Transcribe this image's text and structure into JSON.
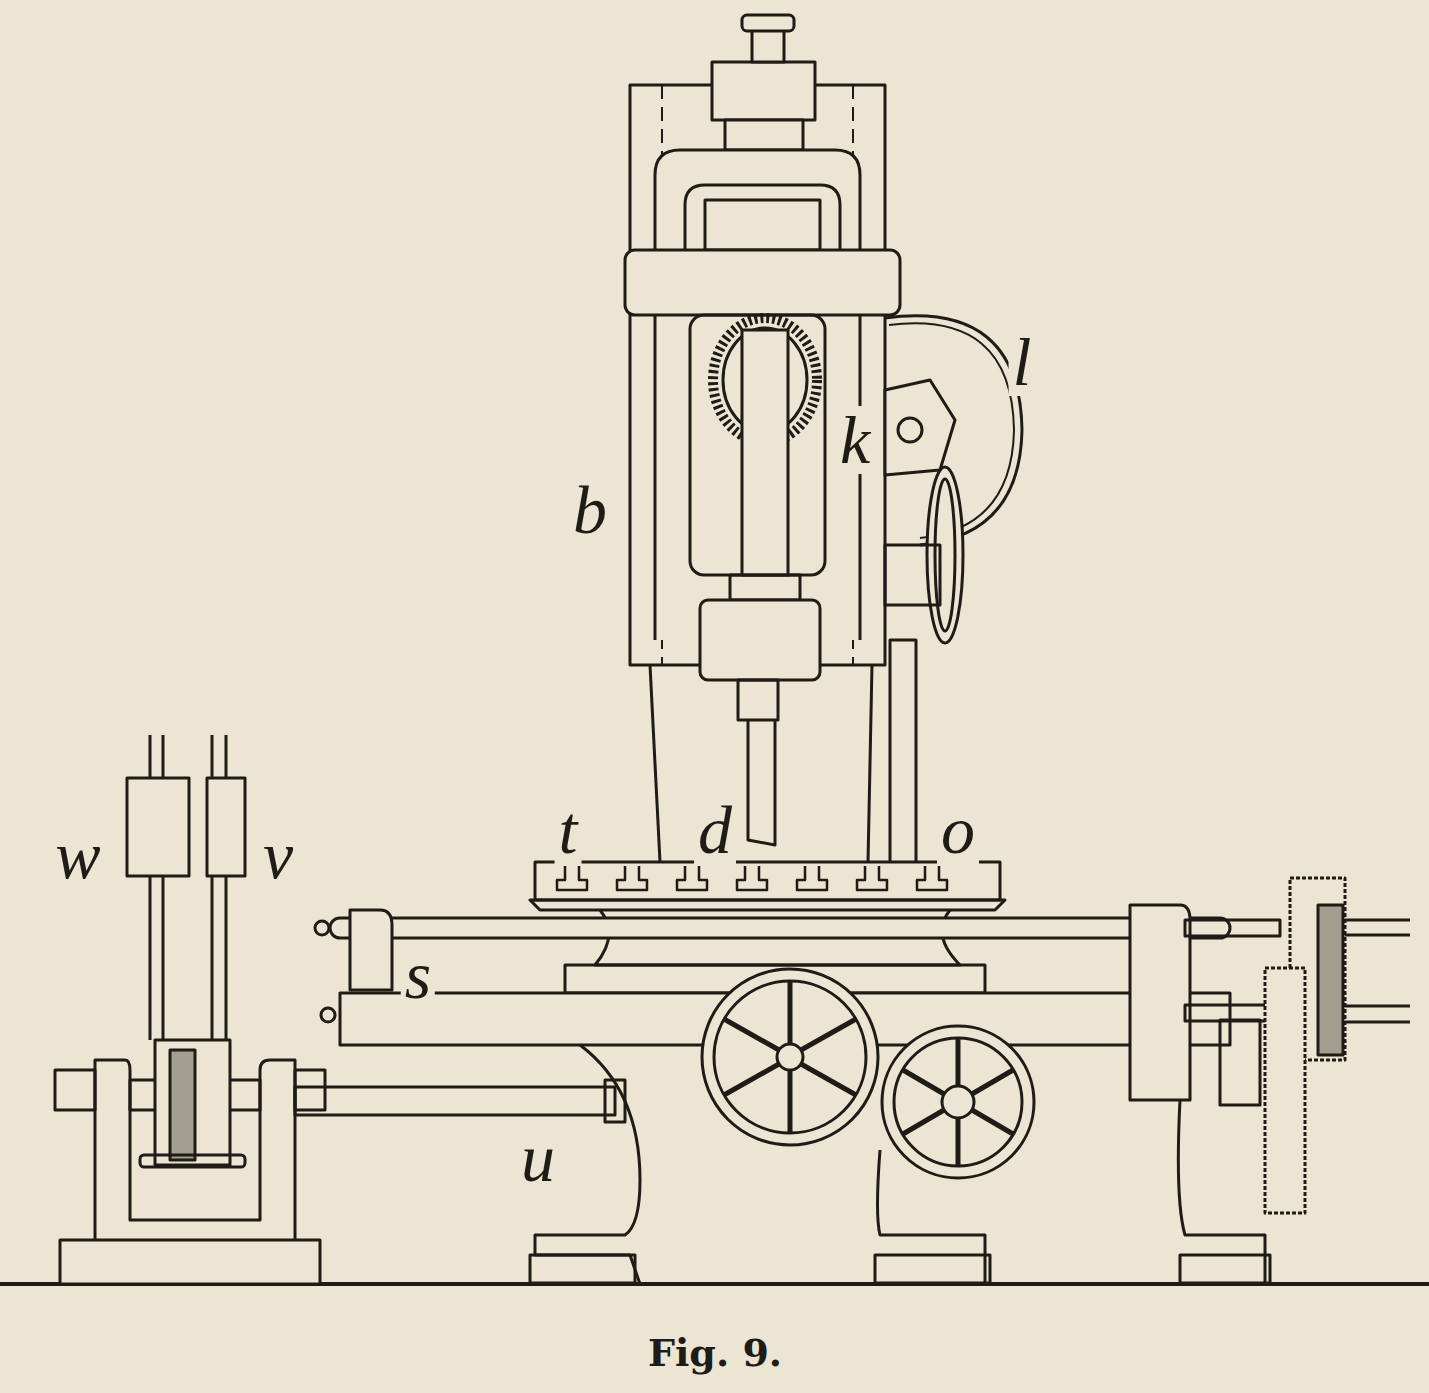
{
  "diagram": {
    "caption": "Fig. 9.",
    "labels": [
      "l",
      "k",
      "b",
      "t",
      "d",
      "o",
      "w",
      "v",
      "s",
      "u"
    ]
  }
}
